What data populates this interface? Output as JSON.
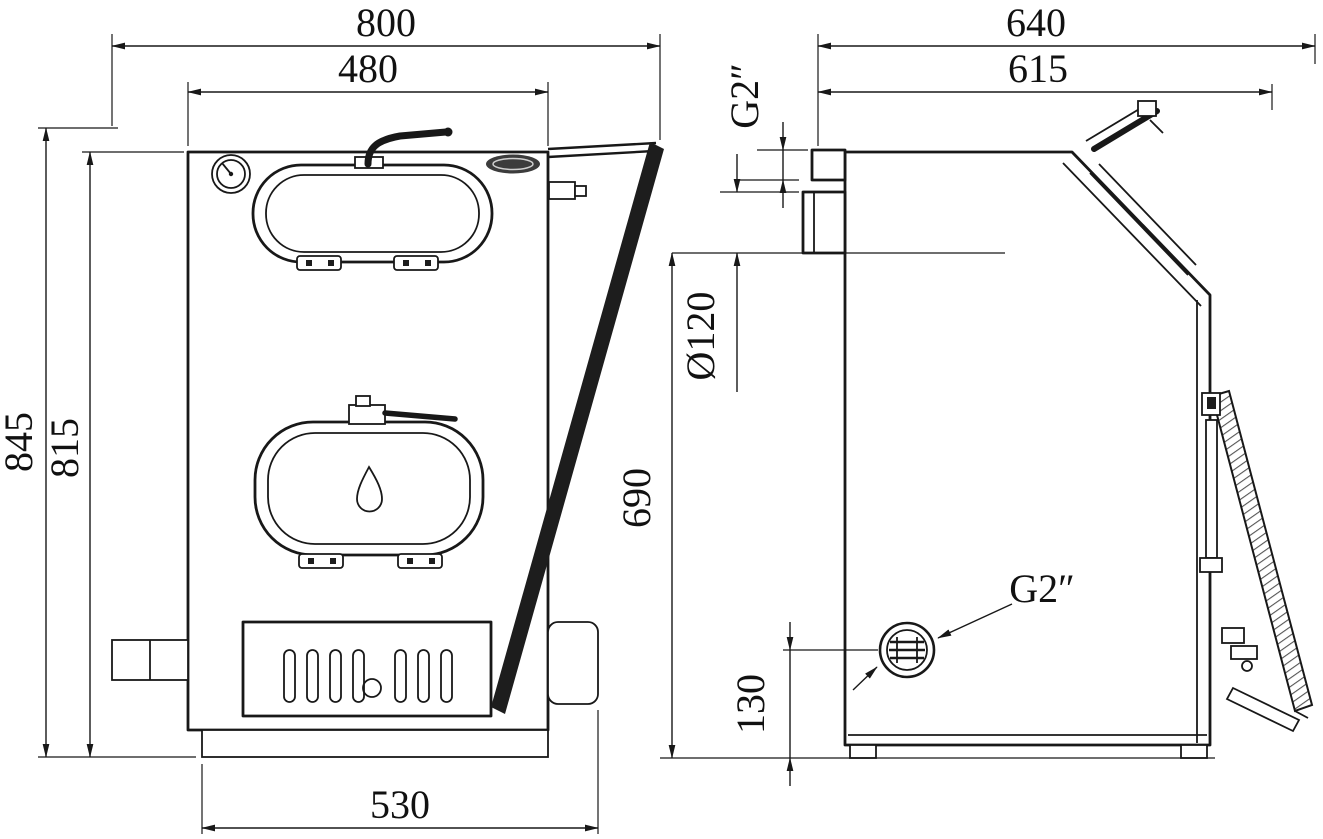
{
  "colors": {
    "ink": "#181818",
    "paper": "#ffffff"
  },
  "drawing": {
    "front_view": {
      "overall_width": "800",
      "upper_width": "480",
      "total_height": "845",
      "body_height": "815",
      "base_width": "530"
    },
    "side_view": {
      "overall_depth": "640",
      "body_depth": "615",
      "top_connection_thread": "G2″",
      "flue_diameter": "Ø120",
      "flue_axis_height": "690",
      "return_height": "130",
      "return_thread": "G2″"
    }
  }
}
